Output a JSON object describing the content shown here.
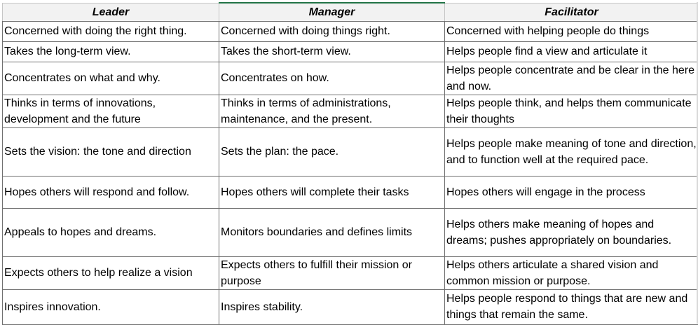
{
  "table": {
    "headers": [
      "Leader",
      "Manager",
      "Facilitator"
    ],
    "rows": [
      [
        "Concerned with doing the right thing.",
        "Concerned with doing things right.",
        "Concerned with helping people do things"
      ],
      [
        "Takes the long-term view.",
        "Takes the short-term view.",
        "Helps people find a view and articulate it"
      ],
      [
        "Concentrates on what and why.",
        "Concentrates on how.",
        "Helps people concentrate and be clear in the here and now."
      ],
      [
        "Thinks in terms of innovations, development and the future",
        "Thinks in terms of administrations, maintenance, and the present.",
        "Helps people think, and helps them communicate their thoughts"
      ],
      [
        "Sets the vision: the tone and direction",
        "Sets the plan: the pace.",
        "Helps people make meaning of tone and direction, and to function well at the required pace."
      ],
      [
        "Hopes others will respond and follow.",
        "Hopes others will complete their tasks",
        "Hopes others will engage in the process"
      ],
      [
        "Appeals to hopes and dreams.",
        "Monitors boundaries and defines limits",
        "Helps others make meaning of hopes and dreams; pushes appropriately on boundaries."
      ],
      [
        "Expects others to help realize a vision",
        "Expects others to fulfill their mission or purpose",
        "Helps others articulate a shared vision and common mission or purpose."
      ],
      [
        "Inspires innovation.",
        "Inspires stability.",
        "Helps people respond to things that are new and things that remain the same."
      ]
    ]
  }
}
